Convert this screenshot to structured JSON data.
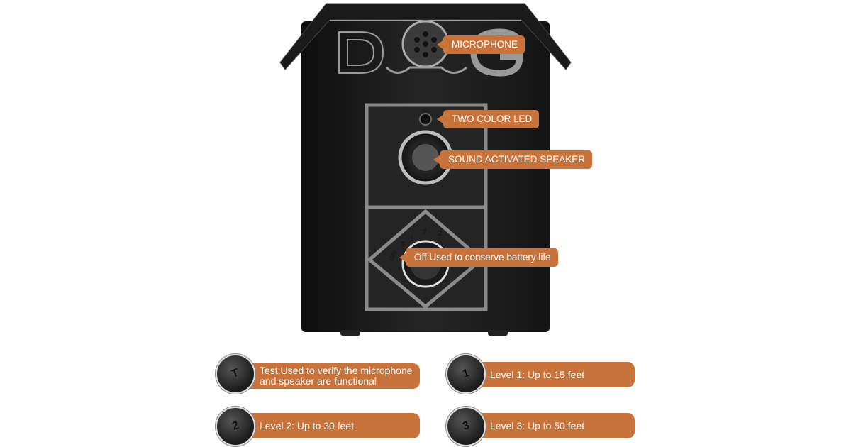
{
  "product": {
    "logo_text": "DOG"
  },
  "callouts": {
    "microphone": "MICROPHONE",
    "led": "TWO COLOR LED",
    "speaker": "SOUND ACTIVATED SPEAKER",
    "off": "Off:Used to conserve battery life"
  },
  "knob_scale": [
    "OFF",
    "T",
    "1",
    "2",
    "3"
  ],
  "modes": [
    {
      "symbol": "T",
      "line1": "Test:Used to verify the microphone",
      "line2": "and speaker are functional"
    },
    {
      "symbol": "1",
      "line1": "Level 1: Up to 15 feet"
    },
    {
      "symbol": "2",
      "line1": "Level 2: Up to 30 feet"
    },
    {
      "symbol": "3",
      "line1": "Level 3: Up to 50 feet"
    }
  ],
  "colors": {
    "accent": "#c7733b",
    "body": "#1c1c1c",
    "trim": "#8a8a8a"
  }
}
